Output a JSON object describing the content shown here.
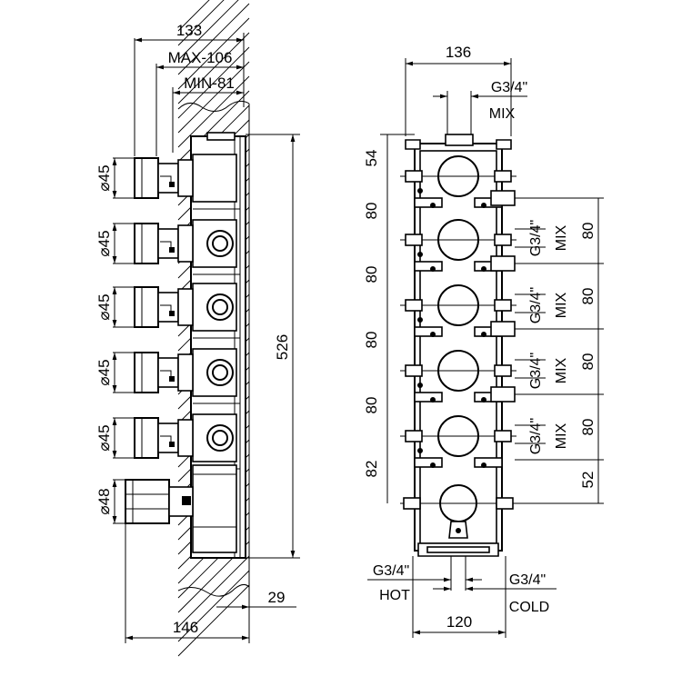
{
  "side_view": {
    "top_dims": [
      "133",
      "MAX-106",
      "MIN-81"
    ],
    "diameters": [
      "⌀45",
      "⌀45",
      "⌀45",
      "⌀45",
      "⌀45",
      "⌀48"
    ],
    "height": "526",
    "wall_depth": "29",
    "base_width": "146"
  },
  "front_view": {
    "width": "136",
    "top_thread": "G3/4\"",
    "top_thread_label": "MIX",
    "left_dims": [
      "54",
      "80",
      "80",
      "80",
      "80",
      "82"
    ],
    "right_dims": [
      "80",
      "80",
      "80",
      "80",
      "52"
    ],
    "outlet_threads": [
      "G3/4\"",
      "G3/4\"",
      "G3/4\"",
      "G3/4\""
    ],
    "outlet_labels": [
      "MIX",
      "MIX",
      "MIX",
      "MIX"
    ],
    "hot_thread": "G3/4\"",
    "hot_label": "HOT",
    "cold_thread": "G3/4\"",
    "cold_label": "COLD",
    "bottom_width": "120"
  }
}
